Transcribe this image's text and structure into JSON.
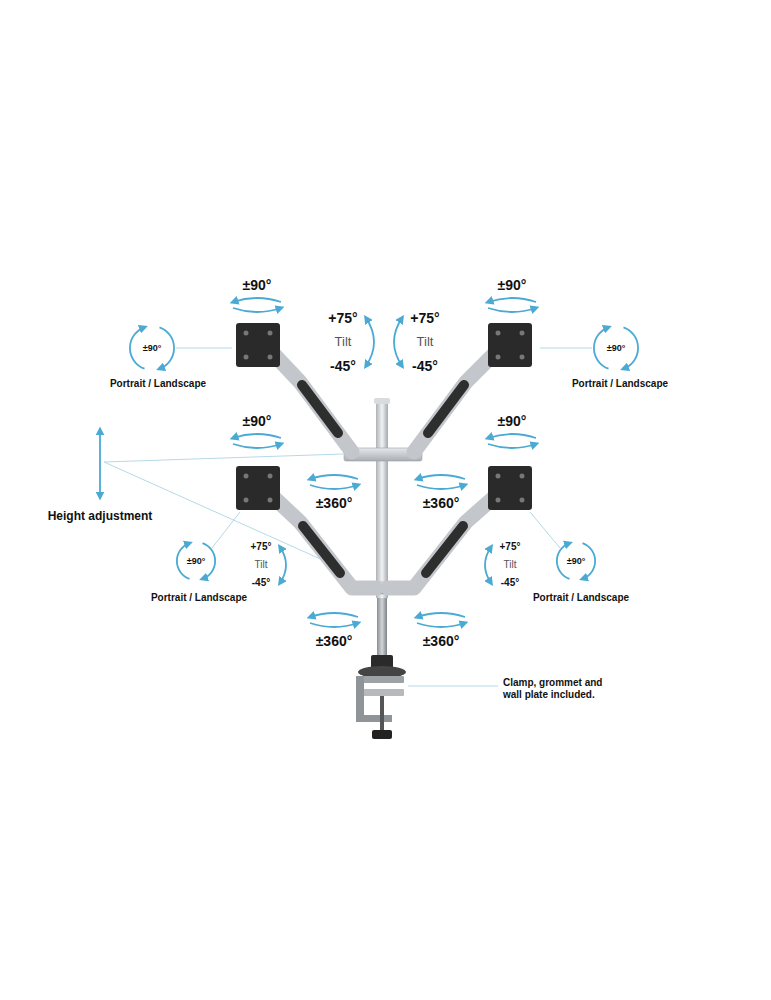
{
  "diagram": {
    "labels": [
      "±90°",
      "±90°",
      "+75°",
      "+75°",
      "Tilt",
      "Tilt",
      "±90°",
      "±90°",
      "-45°",
      "-45°",
      "Portrait / Landscape",
      "Portrait / Landscape",
      "±90°",
      "±90°",
      "±360°",
      "±360°",
      "Height adjustment",
      "+75°",
      "+75°",
      "±90°",
      "Tilt",
      "Tilt",
      "±90°",
      "-45°",
      "-45°",
      "Portrait / Landscape",
      "Portrait / Landscape",
      "±360°",
      "±360°",
      "Clamp, grommet and wall plate included."
    ]
  }
}
